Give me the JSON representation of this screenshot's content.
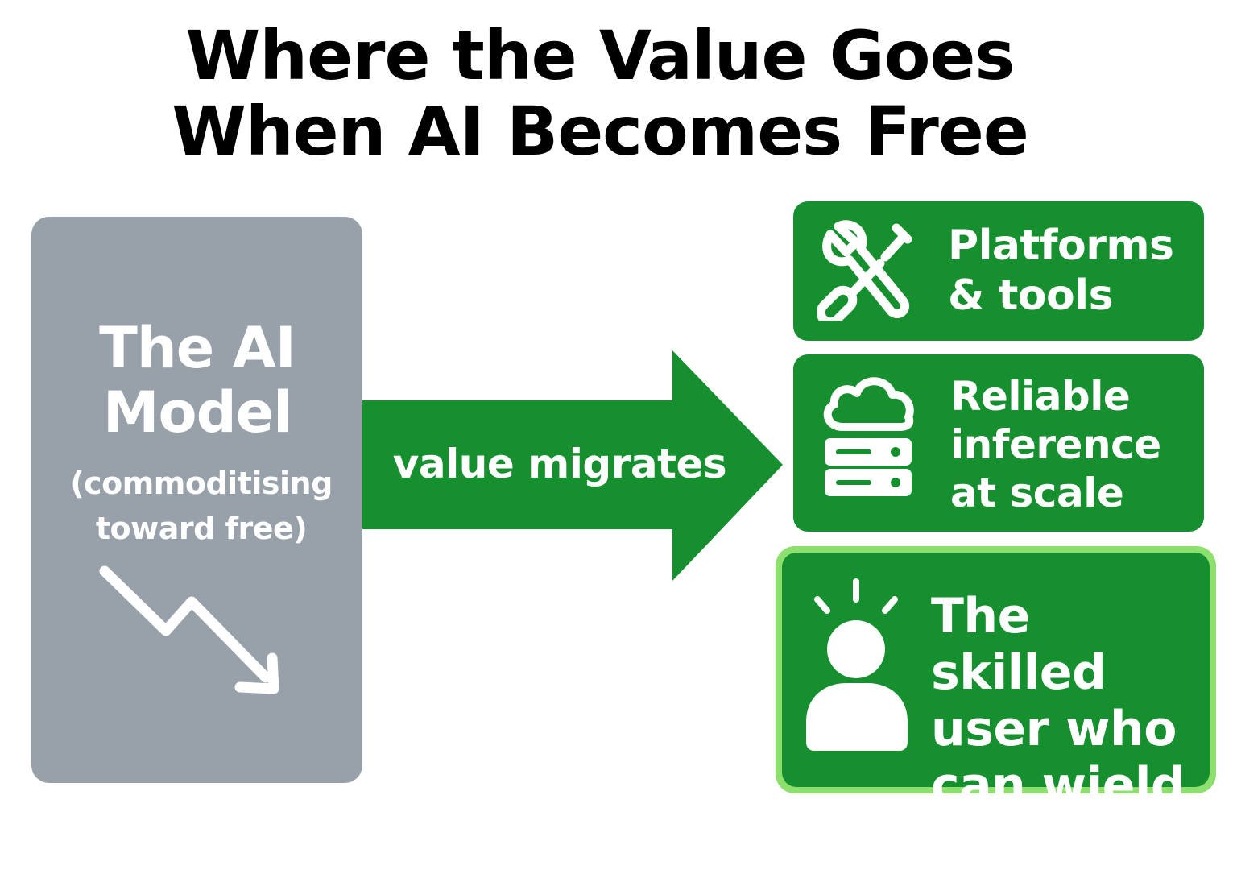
{
  "title": {
    "line1": "Where the Value Goes",
    "line2": "When AI Becomes Free"
  },
  "model": {
    "title_line1": "The AI",
    "title_line2": "Model",
    "subtitle_line1": "(commoditising",
    "subtitle_line2": "toward free)",
    "icon": "trend-down-icon",
    "color": "#98a0aa"
  },
  "flow": {
    "label": "value migrates",
    "color": "#16902e"
  },
  "destinations": [
    {
      "icon": "tools-icon",
      "lines": [
        "Platforms",
        "& tools"
      ]
    },
    {
      "icon": "cloud-server-icon",
      "lines": [
        "Reliable",
        "inference",
        "at scale"
      ]
    },
    {
      "icon": "skilled-user-icon",
      "lines": [
        "The skilled",
        "user who",
        "can wield it"
      ],
      "highlight_color": "#8ee06e"
    }
  ]
}
